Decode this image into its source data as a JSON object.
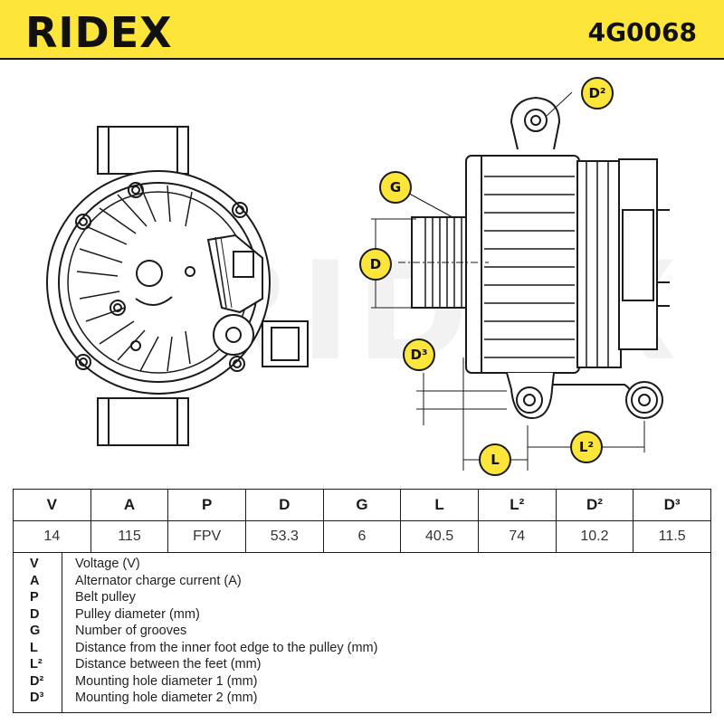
{
  "header": {
    "brand": "RIDEX",
    "part_number": "4G0068"
  },
  "diagram": {
    "watermark": "RIDEX",
    "labels": {
      "g": "G",
      "d": "D",
      "d2": "D²",
      "d3": "D³",
      "l": "L",
      "l2": "L²"
    }
  },
  "specs": {
    "headers": [
      "V",
      "A",
      "P",
      "D",
      "G",
      "L",
      "L²",
      "D²",
      "D³"
    ],
    "values": [
      "14",
      "115",
      "FPV",
      "53.3",
      "6",
      "40.5",
      "74",
      "10.2",
      "11.5"
    ]
  },
  "legend": [
    {
      "symbol": "V",
      "description": "Voltage (V)"
    },
    {
      "symbol": "A",
      "description": "Alternator charge current (A)"
    },
    {
      "symbol": "P",
      "description": "Belt pulley"
    },
    {
      "symbol": "D",
      "description": "Pulley diameter (mm)"
    },
    {
      "symbol": "G",
      "description": "Number of grooves"
    },
    {
      "symbol": "L",
      "description": "Distance from the inner foot edge to the pulley (mm)"
    },
    {
      "symbol": "L²",
      "description": "Distance between the feet (mm)"
    },
    {
      "symbol": "D²",
      "description": "Mounting hole diameter 1 (mm)"
    },
    {
      "symbol": "D³",
      "description": "Mounting hole diameter 2 (mm)"
    }
  ],
  "colors": {
    "brand_yellow": "#fde53a",
    "ink": "#1a1a1a"
  }
}
